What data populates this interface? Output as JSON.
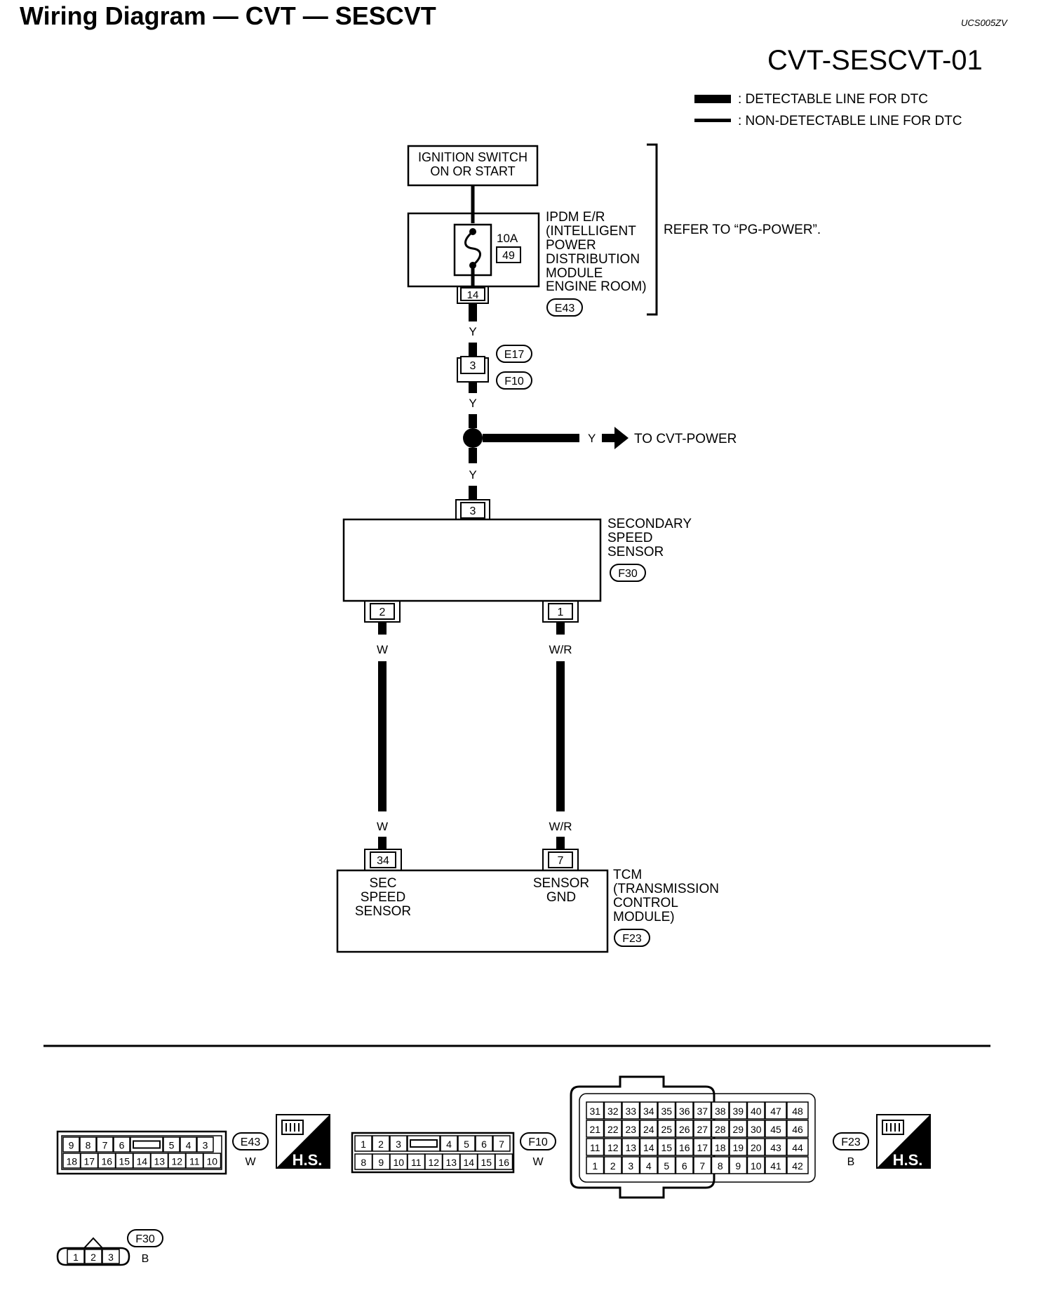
{
  "header": {
    "title": "Wiring Diagram — CVT — SESCVT",
    "ref_code": "UCS005ZV",
    "diagram_id": "CVT-SESCVT-01"
  },
  "legend": {
    "detectable": ": DETECTABLE LINE FOR DTC",
    "non_detectable": ": NON-DETECTABLE LINE FOR DTC"
  },
  "ignition": {
    "line1": "IGNITION SWITCH",
    "line2": "ON OR START"
  },
  "ipdm": {
    "fuse_amp": "10A",
    "fuse_no": "49",
    "pin": "14",
    "name_lines": [
      "IPDM E/R",
      "(INTELLIGENT",
      "POWER",
      "DISTRIBUTION",
      "MODULE",
      "ENGINE ROOM)"
    ],
    "connector": "E43"
  },
  "refer_note": "REFER TO “PG-POWER”.",
  "joint": {
    "pin": "3",
    "connector_top": "E17",
    "connector_bottom": "F10"
  },
  "wires": {
    "y": "Y",
    "w": "W",
    "wr": "W/R"
  },
  "to_power": "TO CVT-POWER",
  "sensor": {
    "name_lines": [
      "SECONDARY",
      "SPEED",
      "SENSOR"
    ],
    "connector": "F30",
    "pin_top": "3",
    "pin_left": "2",
    "pin_right": "1"
  },
  "tcm": {
    "name_lines": [
      "TCM",
      "(TRANSMISSION",
      "CONTROL",
      "MODULE)"
    ],
    "connector": "F23",
    "pin_left": "34",
    "pin_right": "7",
    "label_left_lines": [
      "SEC",
      "SPEED",
      "SENSOR"
    ],
    "label_right_lines": [
      "SENSOR",
      "GND"
    ]
  },
  "connectors": {
    "e43": {
      "label": "E43",
      "color": "W",
      "row1": [
        "9",
        "8",
        "7",
        "6",
        "",
        "5",
        "4",
        "3"
      ],
      "row2": [
        "18",
        "17",
        "16",
        "15",
        "14",
        "13",
        "12",
        "11",
        "10"
      ]
    },
    "f10": {
      "label": "F10",
      "color": "W",
      "row1": [
        "1",
        "2",
        "3",
        "",
        "4",
        "5",
        "6",
        "7"
      ],
      "row2": [
        "8",
        "9",
        "10",
        "11",
        "12",
        "13",
        "14",
        "15",
        "16"
      ]
    },
    "f23": {
      "label": "F23",
      "color": "B",
      "row1": [
        "31",
        "32",
        "33",
        "34",
        "35",
        "36",
        "37",
        "38",
        "39",
        "40",
        "47",
        "48"
      ],
      "row2": [
        "21",
        "22",
        "23",
        "24",
        "25",
        "26",
        "27",
        "28",
        "29",
        "30",
        "45",
        "46"
      ],
      "row3": [
        "11",
        "12",
        "13",
        "14",
        "15",
        "16",
        "17",
        "18",
        "19",
        "20",
        "43",
        "44"
      ],
      "row4": [
        "1",
        "2",
        "3",
        "4",
        "5",
        "6",
        "7",
        "8",
        "9",
        "10",
        "41",
        "42"
      ]
    },
    "f30": {
      "label": "F30",
      "color": "B",
      "pins": [
        "1",
        "2",
        "3"
      ]
    },
    "hs_badge": "H.S."
  }
}
